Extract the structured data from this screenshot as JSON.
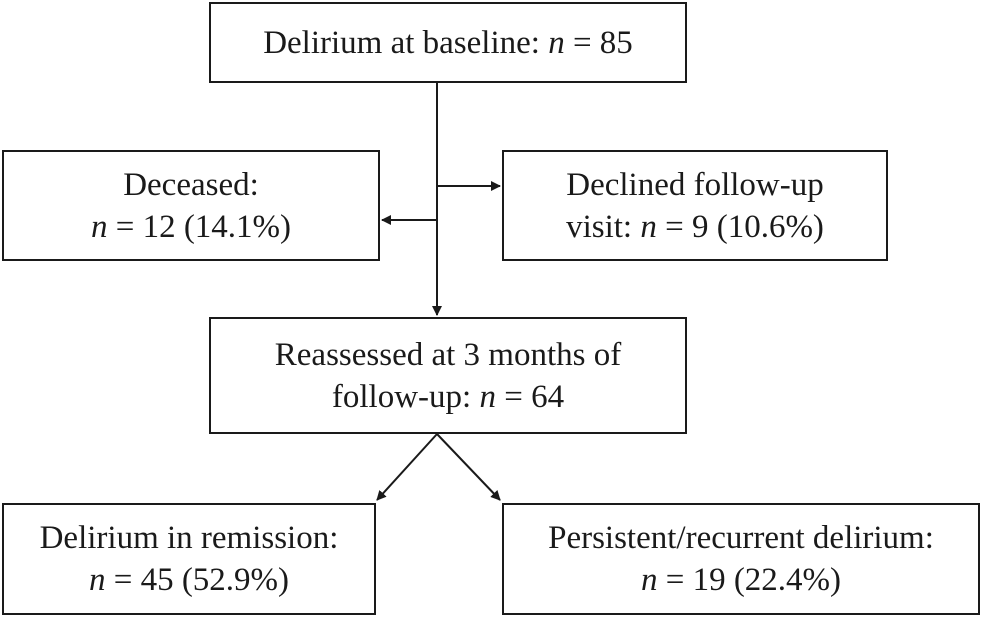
{
  "boxes": {
    "baseline": {
      "lines": [
        {
          "pre": "Delirium at baseline: ",
          "var": "n",
          "post": " = 85"
        }
      ]
    },
    "deceased": {
      "lines": [
        {
          "pre": "Deceased:",
          "var": "",
          "post": ""
        },
        {
          "pre": "",
          "var": "n",
          "post": " = 12 (14.1%)"
        }
      ]
    },
    "declined": {
      "lines": [
        {
          "pre": "Declined follow-up",
          "var": "",
          "post": ""
        },
        {
          "pre": "visit: ",
          "var": "n",
          "post": " = 9 (10.6%)"
        }
      ]
    },
    "reassessed": {
      "lines": [
        {
          "pre": "Reassessed at 3 months of",
          "var": "",
          "post": ""
        },
        {
          "pre": "follow-up: ",
          "var": "n",
          "post": " = 64"
        }
      ]
    },
    "remission": {
      "lines": [
        {
          "pre": "Delirium in remission:",
          "var": "",
          "post": ""
        },
        {
          "pre": "",
          "var": "n",
          "post": " = 45 (52.9%)"
        }
      ]
    },
    "persistent": {
      "lines": [
        {
          "pre": "Persistent/recurrent delirium:",
          "var": "",
          "post": ""
        },
        {
          "pre": "",
          "var": "n",
          "post": " = 19 (22.4%)"
        }
      ]
    }
  },
  "colors": {
    "stroke": "#1a1a1a",
    "background": "#ffffff"
  }
}
